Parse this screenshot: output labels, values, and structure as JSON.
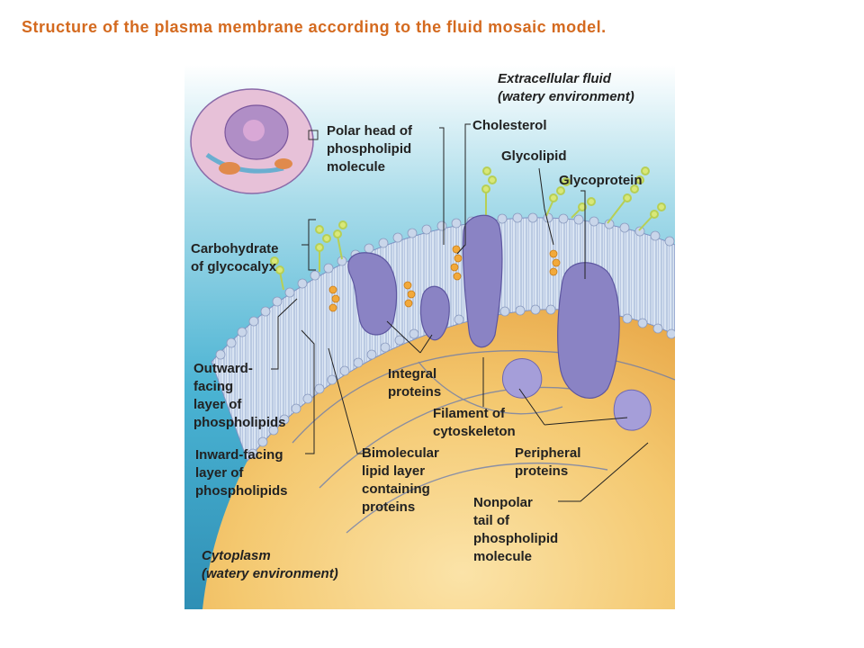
{
  "title": "Structure of the plasma membrane according to the fluid mosaic model.",
  "labels": {
    "extracellular_line1": "Extracellular fluid",
    "extracellular_line2": "(watery environment)",
    "cholesterol": "Cholesterol",
    "polar_head_line1": "Polar head of",
    "polar_head_line2": "phospholipid",
    "polar_head_line3": "molecule",
    "glycolipid": "Glycolipid",
    "glycoprotein": "Glycoprotein",
    "carbohydrate_line1": "Carbohydrate",
    "carbohydrate_line2": "of glycocalyx",
    "outward_line1": "Outward-",
    "outward_line2": "facing",
    "outward_line3": "layer of",
    "outward_line4": "phospholipids",
    "integral_line1": "Integral",
    "integral_line2": "proteins",
    "filament_line1": "Filament of",
    "filament_line2": "cytoskeleton",
    "inward_line1": "Inward-facing",
    "inward_line2": "layer of",
    "inward_line3": "phospholipids",
    "bimolecular_line1": "Bimolecular",
    "bimolecular_line2": "lipid layer",
    "bimolecular_line3": "containing",
    "bimolecular_line4": "proteins",
    "peripheral_line1": "Peripheral",
    "peripheral_line2": "proteins",
    "nonpolar_line1": "Nonpolar",
    "nonpolar_line2": "tail of",
    "nonpolar_line3": "phospholipid",
    "nonpolar_line4": "molecule",
    "cytoplasm_line1": "Cytoplasm",
    "cytoplasm_line2": "(watery environment)"
  },
  "colors": {
    "title": "#d46a1f",
    "extracellular": "#8ed3e6",
    "cytoplasm": "#f3c572",
    "protein": "#8a83c4",
    "phospholipid_head": "#c9d6ea",
    "cholesterol": "#f2a93b",
    "glycocalyx": "#c8dc6a"
  }
}
